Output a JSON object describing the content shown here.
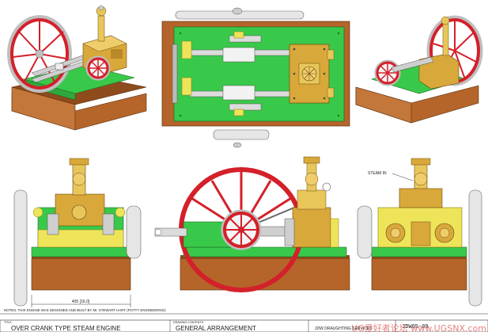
{
  "notes": "NOTES: THIS ENGINE WAS DESIGNED AND BUILT BY Mr. STEWART HART (POTTY ENGINEERING)",
  "callout_steam_in": "STEAM IN",
  "dimension_base_width": "405 [16.0]",
  "title_block": {
    "title_caption": "TITLE",
    "title": "OVER CRANK TYPE STEAM ENGINE",
    "contents_caption": "DRAWING CONTENTS",
    "contents": "GENERAL ARRANGEMENT",
    "office": "JDW DRAUGHTING SERVICES",
    "drawing_no": "JDW05-09"
  },
  "watermark": "UG爱好者论坛  www.UGSNX.com",
  "colors": {
    "flywheel": "#d4202a",
    "frame": "#39c94a",
    "base": "#b5652a",
    "brass": "#d9a83a",
    "steel": "#c9c9c9",
    "yellow": "#ede45a"
  }
}
